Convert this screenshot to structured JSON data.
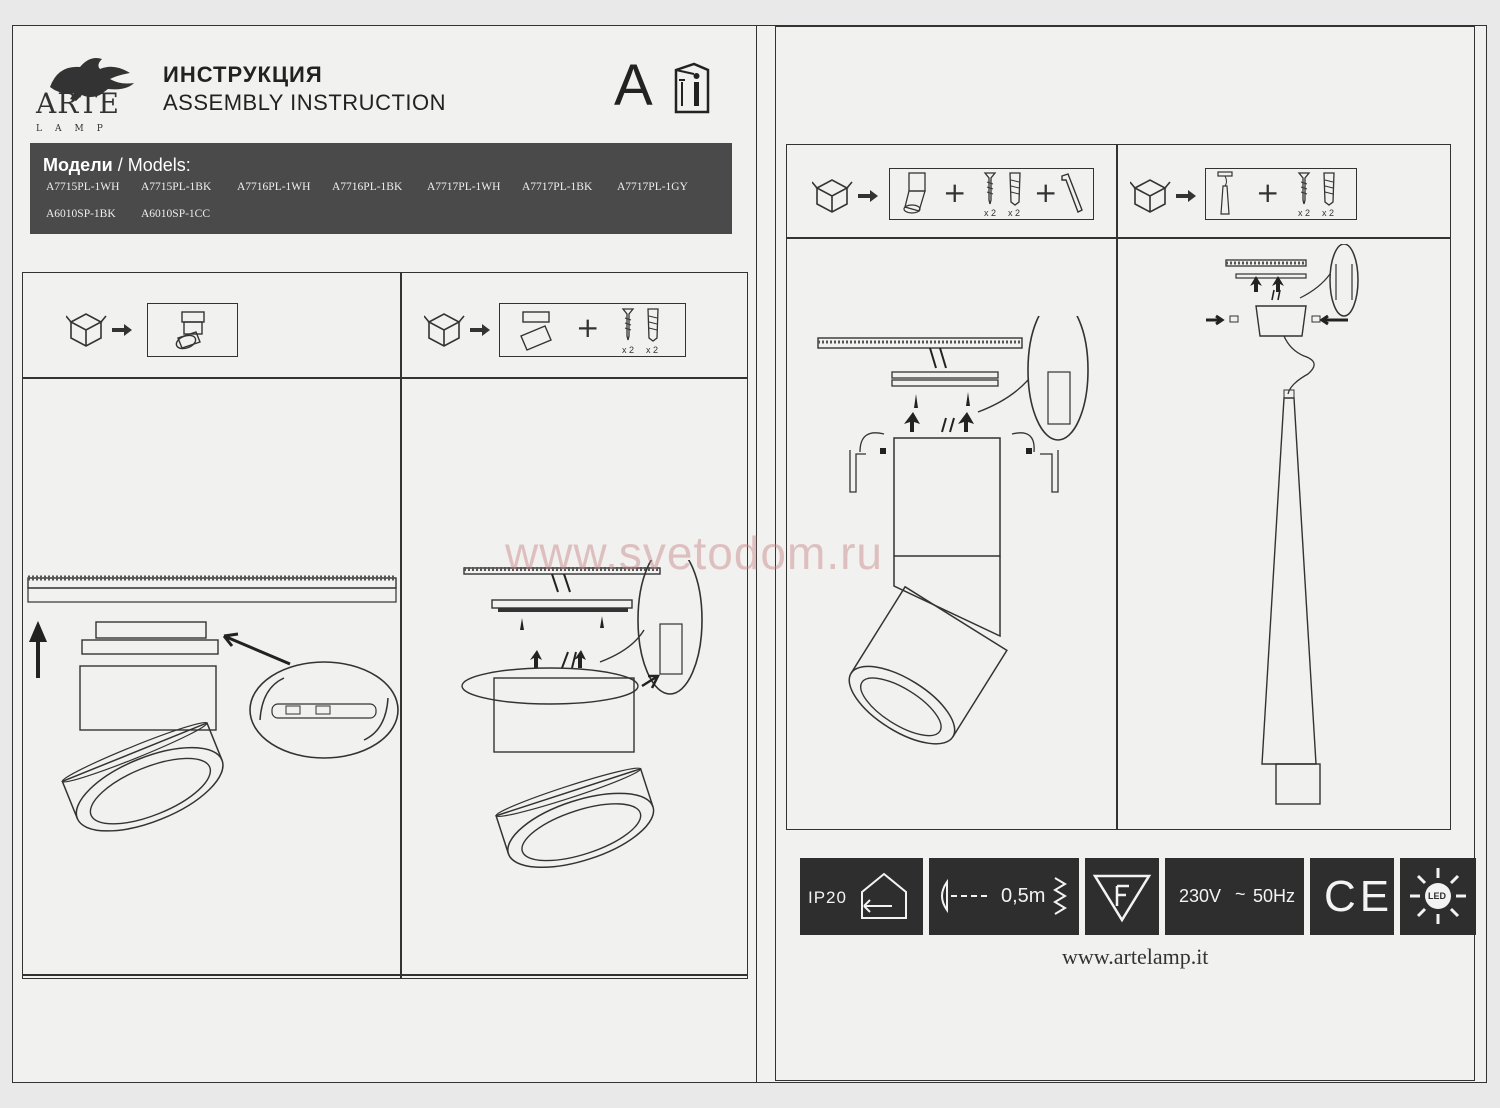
{
  "header": {
    "brand_name": "ARTE",
    "brand_sub": "LAMP",
    "title_ru": "ИНСТРУКЦИЯ",
    "title_en": "ASSEMBLY INSTRUCTION",
    "manual_letter": "A",
    "manual_icon": "instruction-book-icon"
  },
  "models": {
    "label_ru": "Модели",
    "label_sep": " / ",
    "label_en": "Models:",
    "list": [
      "A7715PL-1WH",
      "A7715PL-1BK",
      "A7716PL-1WH",
      "A7716PL-1BK",
      "A7717PL-1WH",
      "A7717PL-1BK",
      "A7717PL-1GY",
      "A6010SP-1BK",
      "A6010SP-1CC"
    ]
  },
  "parts": {
    "qty_screw": "x 2",
    "qty_anchor": "x 2",
    "plus": "+"
  },
  "watermark": "www.svetodom.ru",
  "specs": {
    "ip_rating": "IP20",
    "distance_label": "0,5m",
    "voltage": "230V",
    "tilde": "~",
    "frequency": "50Hz",
    "ce_mark": "CE",
    "led_label": "LED"
  },
  "footer": {
    "website": "www.artelamp.it"
  },
  "colors": {
    "paper": "#f1f1f0",
    "ink": "#333333",
    "dark_band": "#4a4a4a",
    "icon_bar": "#2e2e2e",
    "watermark": "#c88282"
  }
}
